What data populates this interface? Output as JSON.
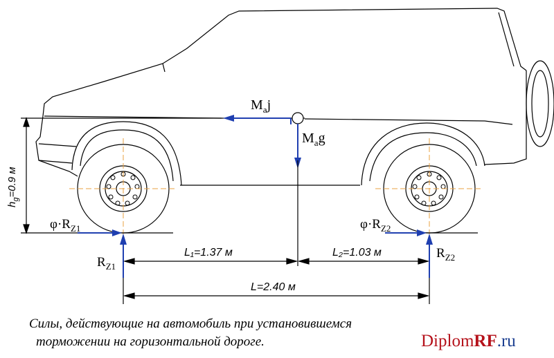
{
  "labels": {
    "inertia": "M",
    "inertia_sub": "a",
    "inertia_tail": "j",
    "gravity": "M",
    "gravity_sub": "a",
    "gravity_tail": "g",
    "hg": "h",
    "hg_sub": "g",
    "hg_tail": "=0.9 м",
    "friction_front": "φ·R",
    "friction_front_sub": "Z1",
    "friction_rear": "φ·R",
    "friction_rear_sub": "Z2",
    "reaction_front": "R",
    "reaction_front_sub": "Z1",
    "reaction_rear": "R",
    "reaction_rear_sub": "Z2",
    "l1": "L₁=1.37 м",
    "l2": "L₂=1.03 м",
    "l": "L=2.40 м"
  },
  "caption": {
    "line1": "Силы, действующие на автомобиль при установившемся",
    "line2": "торможении на  горизонтальной дороге."
  },
  "logo": {
    "part1": "Diplom",
    "part2": "RF",
    "part3": ".ru"
  },
  "colors": {
    "force": "#1f3fb0",
    "line": "#000000",
    "center": "#e8a040",
    "logo_red": "#b5121b",
    "logo_blue": "#1a3d8f"
  }
}
